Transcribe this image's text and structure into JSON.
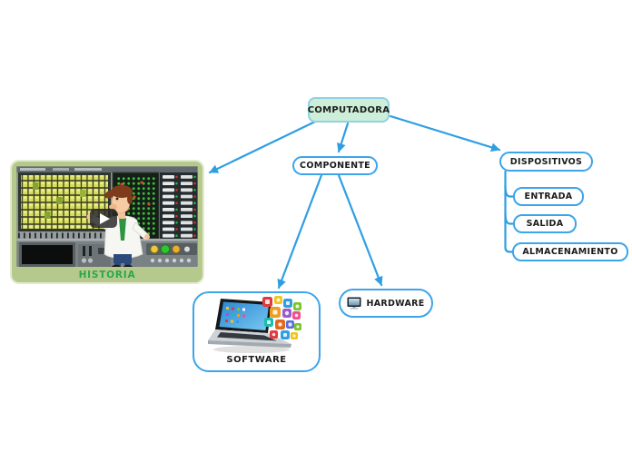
{
  "app": {
    "type": "mind-map-diagram",
    "background": "#ffffff"
  },
  "colors": {
    "connector_blue": "#2f9fe2",
    "node_border_blue": "#3da4ea",
    "root_fill_green": "#cdeed8",
    "root_border_cyan": "#8fd2e2",
    "historia_fill_olive": "#b6c98c",
    "historia_label_green": "#2aa84c",
    "node_text": "#1b1b1b"
  },
  "nodes": {
    "computadora": {
      "label": "COMPUTADORA",
      "role": "root"
    },
    "historia": {
      "label": "HISTORIA",
      "media": "embedded-video-thumbnail",
      "media_description": "cartoon scientist at vintage computer control room",
      "has_play_button": true
    },
    "componente": {
      "label": "COMPONENTE"
    },
    "software": {
      "label": "SOFTWARE",
      "media": "laptop-with-app-icons-image"
    },
    "hardware": {
      "label": "HARDWARE",
      "icon": "monitor-icon"
    },
    "dispositivos": {
      "label": "DISPOSITIVOS"
    },
    "entrada": {
      "label": "ENTRADA"
    },
    "salida": {
      "label": "SALIDA"
    },
    "almacenamiento": {
      "label": "ALMACENAMIENTO"
    }
  },
  "edges": [
    {
      "from": "computadora",
      "to": "historia",
      "style": "arrow"
    },
    {
      "from": "computadora",
      "to": "componente",
      "style": "arrow"
    },
    {
      "from": "computadora",
      "to": "dispositivos",
      "style": "arrow"
    },
    {
      "from": "componente",
      "to": "software",
      "style": "arrow"
    },
    {
      "from": "componente",
      "to": "hardware",
      "style": "arrow"
    },
    {
      "from": "dispositivos",
      "to": "entrada",
      "style": "bracket"
    },
    {
      "from": "dispositivos",
      "to": "salida",
      "style": "bracket"
    },
    {
      "from": "dispositivos",
      "to": "almacenamiento",
      "style": "bracket"
    }
  ]
}
